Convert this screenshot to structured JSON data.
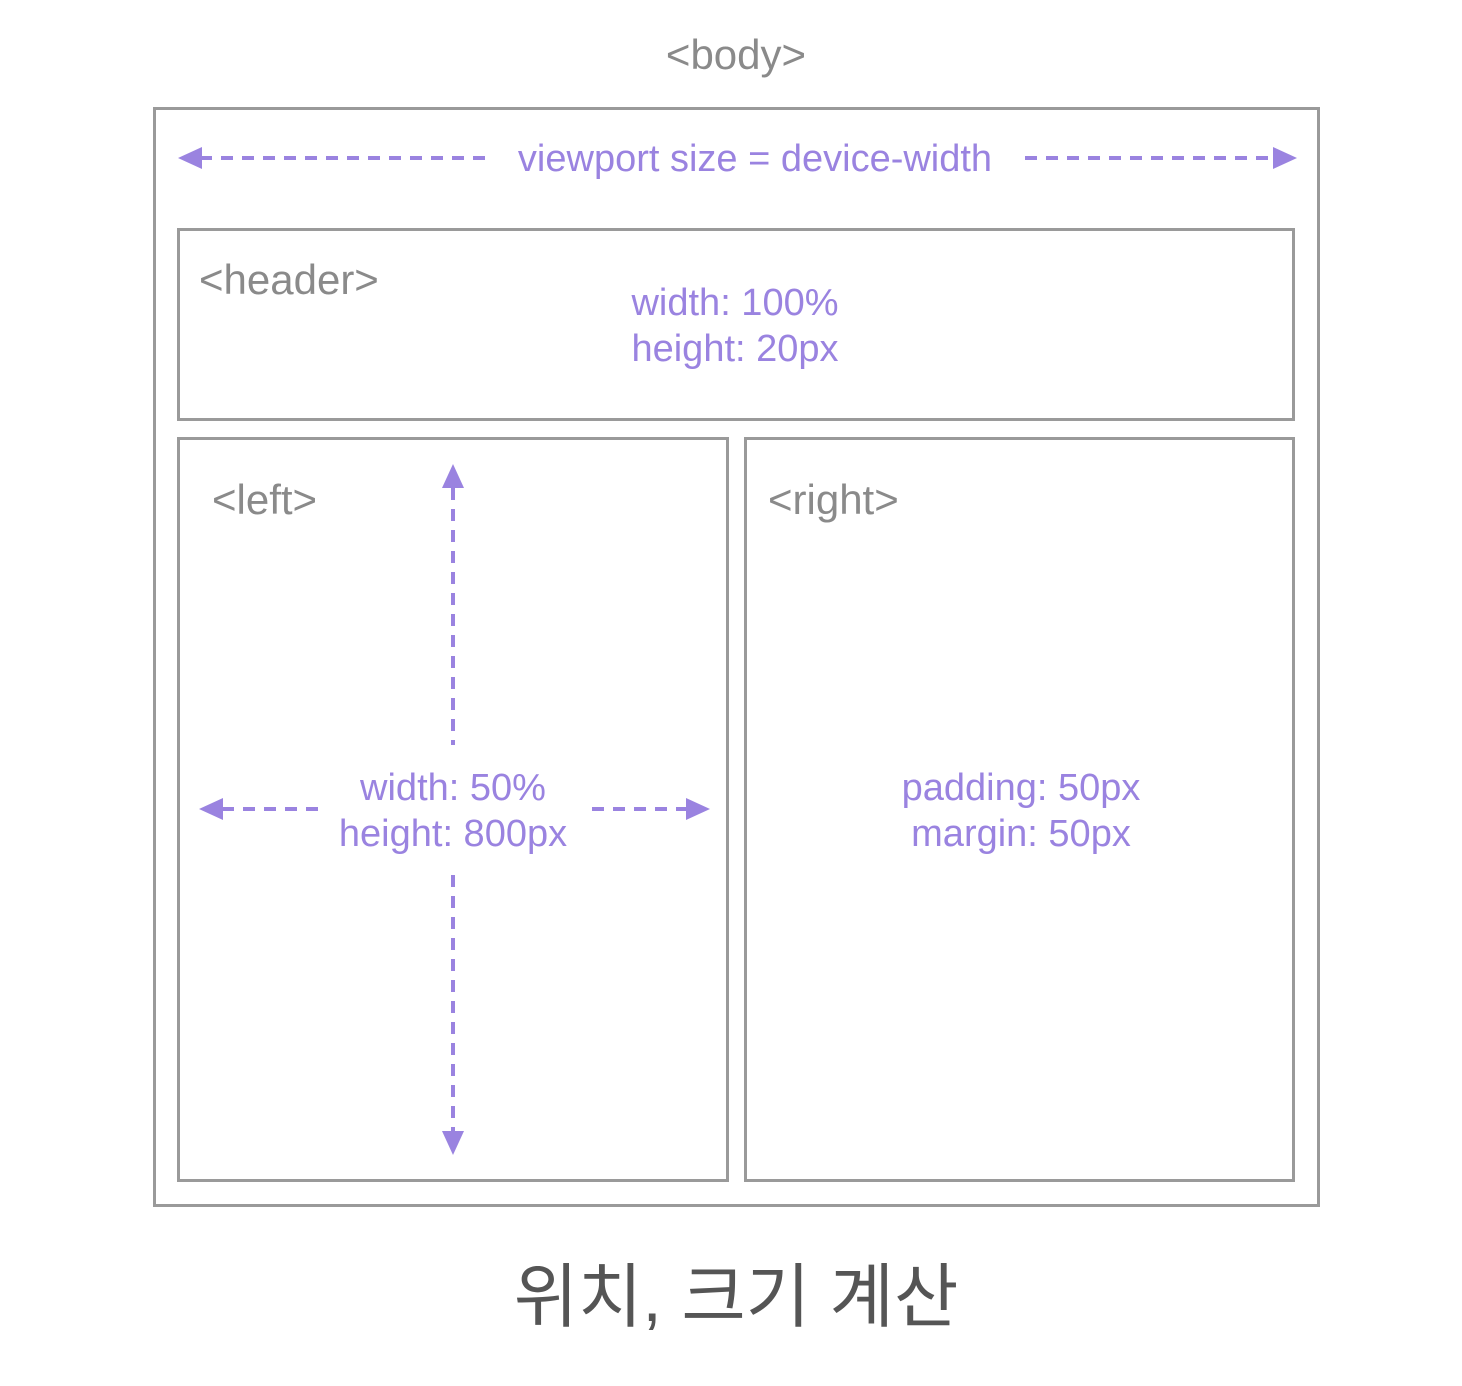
{
  "body_tag": "<body>",
  "viewport_label": "viewport size = device-width",
  "header": {
    "tag": "<header>",
    "width": "width: 100%",
    "height": "height: 20px"
  },
  "left": {
    "tag": "<left>",
    "width": "width: 50%",
    "height": "height: 800px"
  },
  "right": {
    "tag": "<right>",
    "padding": "padding: 50px",
    "margin": "margin: 50px"
  },
  "caption": "위치, 크기 계산",
  "colors": {
    "accent": "#9a83e0",
    "border": "#9a9a9a",
    "tag_text": "#8a8a8a",
    "caption_text": "#555555"
  }
}
